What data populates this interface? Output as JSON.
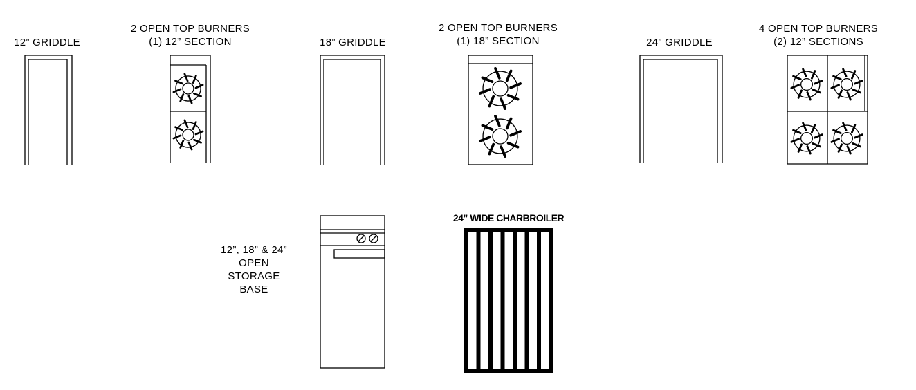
{
  "labels": {
    "griddle_12": "12” GRIDDLE",
    "burners_2_12": {
      "line1": "2 OPEN TOP BURNERS",
      "line2": "(1) 12” SECTION"
    },
    "griddle_18": "18” GRIDDLE",
    "burners_2_18": {
      "line1": "2 OPEN TOP BURNERS",
      "line2": "(1) 18” SECTION"
    },
    "griddle_24": "24” GRIDDLE",
    "burners_4_12": {
      "line1": "4 OPEN TOP BURNERS",
      "line2": "(2) 12” SECTIONS"
    },
    "storage_base": {
      "line1": "12”, 18” & 24”",
      "line2": "OPEN",
      "line3": "STORAGE",
      "line4": "BASE"
    },
    "charbroiler": "24” WIDE CHARBROILER"
  },
  "colors": {
    "line": "#000000",
    "background": "#ffffff"
  }
}
